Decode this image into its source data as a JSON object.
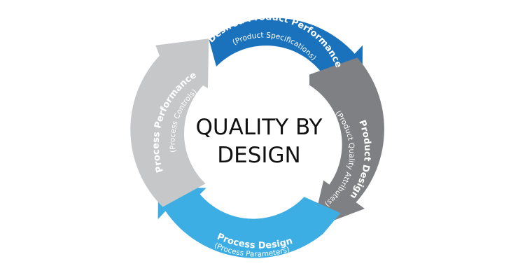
{
  "center": {
    "line1": "QUALITY BY",
    "line2": "DESIGN"
  },
  "segments": [
    {
      "key": "desired",
      "title": "Desired Product Performance",
      "subtitle": "(Product Specifications)",
      "color": "#1a72bd"
    },
    {
      "key": "product",
      "title": "Product Design",
      "subtitle": "(Product Quality Attributes)",
      "color": "#7f8083"
    },
    {
      "key": "process_design",
      "title": "Process Design",
      "subtitle": "(Process Parameters)",
      "color": "#3caee3"
    },
    {
      "key": "process_perf",
      "title": "Process Performance",
      "subtitle": "(Process Controls)",
      "color": "#c6c7c9"
    }
  ]
}
